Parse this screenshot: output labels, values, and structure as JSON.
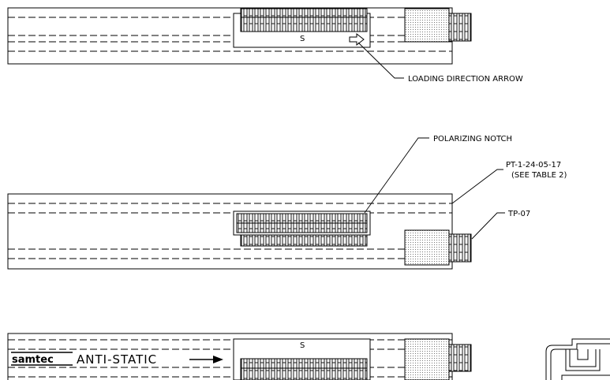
{
  "callouts": {
    "loading_direction": "LOADING DIRECTION ARROW",
    "polarizing_notch": "POLARIZING NOTCH",
    "part_number": "PT-1-24-05-17",
    "see_table": "(SEE TABLE 2)",
    "end_plug": "TP-07"
  },
  "tube_marking": {
    "brand": "samtec",
    "text": "ANTI-STATIC"
  },
  "s_mark": "S"
}
